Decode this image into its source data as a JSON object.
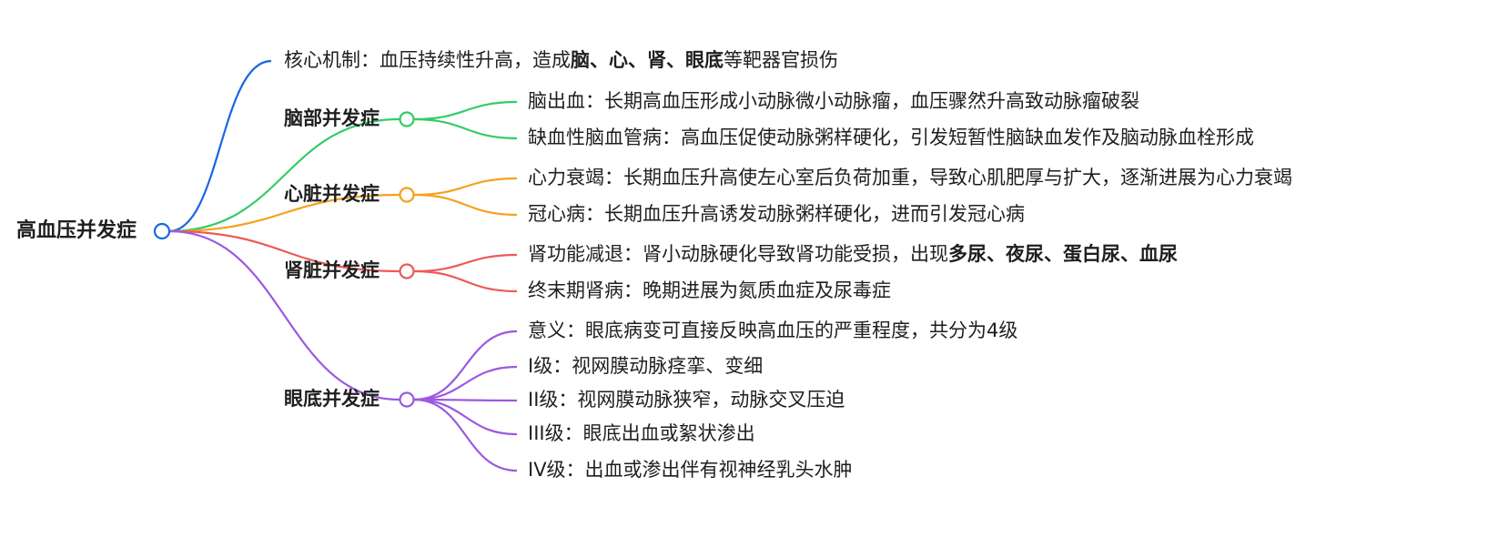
{
  "root": {
    "label": "高血压并发症",
    "color": "#1a66e0"
  },
  "top_note": {
    "color": "#1a66e0",
    "segments": [
      {
        "text": "核心机制：血压持续性升高，造成",
        "bold": false
      },
      {
        "text": "脑、心、肾、眼底",
        "bold": true
      },
      {
        "text": "等靶器官损伤",
        "bold": false
      }
    ]
  },
  "branches": [
    {
      "id": "brain",
      "label": "脑部并发症",
      "color": "#33cc66",
      "children": [
        {
          "segments": [
            {
              "text": "脑出血：长期高血压形成小动脉微小动脉瘤，血压骤然升高致动脉瘤破裂",
              "bold": false
            }
          ]
        },
        {
          "segments": [
            {
              "text": "缺血性脑血管病：高血压促使动脉粥样硬化，引发短暂性脑缺血发作及脑动脉血栓形成",
              "bold": false
            }
          ]
        }
      ]
    },
    {
      "id": "heart",
      "label": "心脏并发症",
      "color": "#f5a11e",
      "children": [
        {
          "segments": [
            {
              "text": "心力衰竭：长期血压升高使左心室后负荷加重，导致心肌肥厚与扩大，逐渐进展为心力衰竭",
              "bold": false
            }
          ]
        },
        {
          "segments": [
            {
              "text": "冠心病：长期血压升高诱发动脉粥样硬化，进而引发冠心病",
              "bold": false
            }
          ]
        }
      ]
    },
    {
      "id": "kidney",
      "label": "肾脏并发症",
      "color": "#ec5a5a",
      "children": [
        {
          "segments": [
            {
              "text": "肾功能减退：肾小动脉硬化导致肾功能受损，出现",
              "bold": false
            },
            {
              "text": "多尿、夜尿、蛋白尿、血尿",
              "bold": true
            }
          ]
        },
        {
          "segments": [
            {
              "text": "终末期肾病：晚期进展为氮质血症及尿毒症",
              "bold": false
            }
          ]
        }
      ]
    },
    {
      "id": "fundus",
      "label": "眼底并发症",
      "color": "#9b59e0",
      "children": [
        {
          "segments": [
            {
              "text": "意义：眼底病变可直接反映高血压的严重程度，共分为4级",
              "bold": false
            }
          ]
        },
        {
          "segments": [
            {
              "text": "I级：视网膜动脉痉挛、变细",
              "bold": false
            }
          ]
        },
        {
          "segments": [
            {
              "text": "II级：视网膜动脉狭窄，动脉交叉压迫",
              "bold": false
            }
          ]
        },
        {
          "segments": [
            {
              "text": "III级：眼底出血或絮状渗出",
              "bold": false
            }
          ]
        },
        {
          "segments": [
            {
              "text": "IV级：出血或渗出伴有视神经乳头水肿",
              "bold": false
            }
          ]
        }
      ]
    }
  ]
}
